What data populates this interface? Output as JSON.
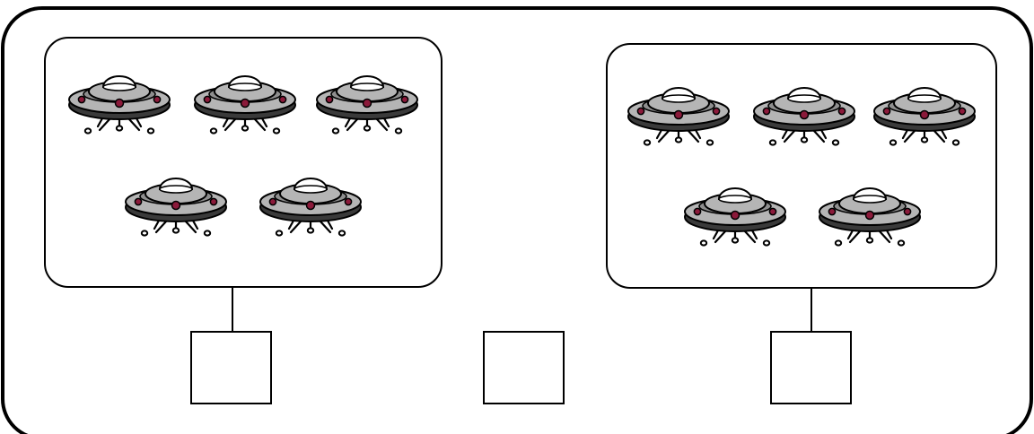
{
  "worksheet": {
    "groups": [
      {
        "id": "left",
        "count": 5,
        "icon": "ufo-icon"
      },
      {
        "id": "right",
        "count": 5,
        "icon": "ufo-icon"
      }
    ],
    "answer_boxes": [
      {
        "id": "left-count",
        "value": ""
      },
      {
        "id": "comparison",
        "value": ""
      },
      {
        "id": "right-count",
        "value": ""
      }
    ],
    "colors": {
      "outline": "#000000",
      "ufo_body": "#b5b5b5",
      "ufo_dark": "#3a3a3a",
      "ufo_light": "#8e8e8e",
      "lights": "#8b1a3a",
      "dome": "#ffffff"
    }
  }
}
